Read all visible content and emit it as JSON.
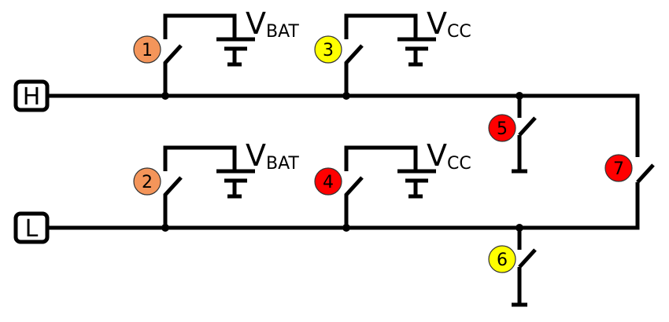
{
  "diagram": {
    "title": "",
    "terminals": [
      {
        "id": "H",
        "label": "H"
      },
      {
        "id": "L",
        "label": "L"
      }
    ],
    "sources": [
      {
        "id": "vbat-h",
        "line": "H",
        "main": "V",
        "sub": "BAT"
      },
      {
        "id": "vcc-h",
        "line": "H",
        "main": "V",
        "sub": "CC"
      },
      {
        "id": "vbat-l",
        "line": "L",
        "main": "V",
        "sub": "BAT"
      },
      {
        "id": "vcc-l",
        "line": "L",
        "main": "V",
        "sub": "CC"
      }
    ],
    "switches": [
      {
        "number": "1",
        "color": "#f4955a",
        "connects": "H to V_BAT"
      },
      {
        "number": "2",
        "color": "#f4955a",
        "connects": "L to V_BAT"
      },
      {
        "number": "3",
        "color": "#ffff00",
        "connects": "H to V_CC"
      },
      {
        "number": "4",
        "color": "#ff0000",
        "connects": "L to V_CC"
      },
      {
        "number": "5",
        "color": "#ff0000",
        "connects": "H to ground"
      },
      {
        "number": "6",
        "color": "#ffff00",
        "connects": "L to ground"
      },
      {
        "number": "7",
        "color": "#ff0000",
        "connects": "H to L"
      }
    ]
  }
}
